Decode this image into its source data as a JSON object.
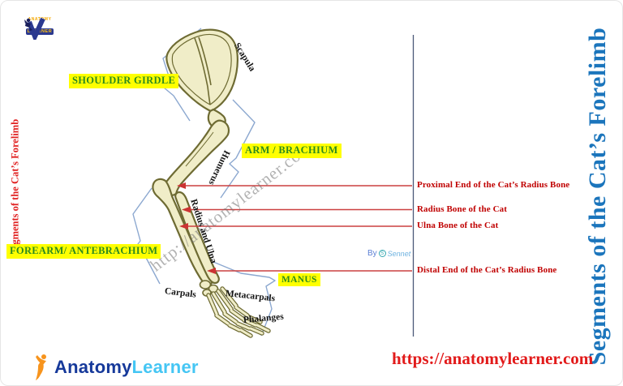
{
  "titles": {
    "left_vertical": "Segments of the Cat’s Forelimb",
    "right_vertical": "Segments of the Cat’s Forelimb"
  },
  "watermark": "http://anatomylearner.com",
  "segment_labels": {
    "shoulder_girdle": "SHOULDER GIRDLE",
    "arm": "ARM / BRACHIUM",
    "forearm": "FOREARM/ ANTEBRACHIUM",
    "manus": "MANUS"
  },
  "bone_labels": {
    "scapula": "Scapula",
    "humerus": "Humerus",
    "radius_ulna": "Radius and Ulna",
    "carpals": "Carpals",
    "metacarpals": "Metacarpals",
    "phalanges": "Phalanges"
  },
  "callouts": [
    {
      "label": "Proximal End  of the Cat’s Radius Bone"
    },
    {
      "label": "Radius Bone of the Cat"
    },
    {
      "label": "Ulna Bone of the Cat"
    },
    {
      "label": "Distal End of the Cat’s Radius Bone"
    }
  ],
  "branding": {
    "top_logo_line1": "ANATOMY",
    "top_logo_line2": "LEARNER",
    "bottom_logo_word1": "Anatomy",
    "bottom_logo_word2": "Learner",
    "site_url": "https://anatomylearner.com",
    "credit_by": "By",
    "credit_icon": "S",
    "credit_name": "Sennet"
  },
  "colors": {
    "highlight_yellow": "#FFFF00",
    "segment_green": "#2E8B1E",
    "annotation_red": "#C00000",
    "arrow_red": "#CC4040",
    "left_title_red": "#E02020",
    "right_title_blue": "#1B75BC",
    "bone_fill": "#F0EDC8",
    "bone_stroke": "#6E6B33",
    "bracket_blue": "#8CA8D0",
    "divider_navy": "#4A5878",
    "url_red": "#E21A1A"
  }
}
